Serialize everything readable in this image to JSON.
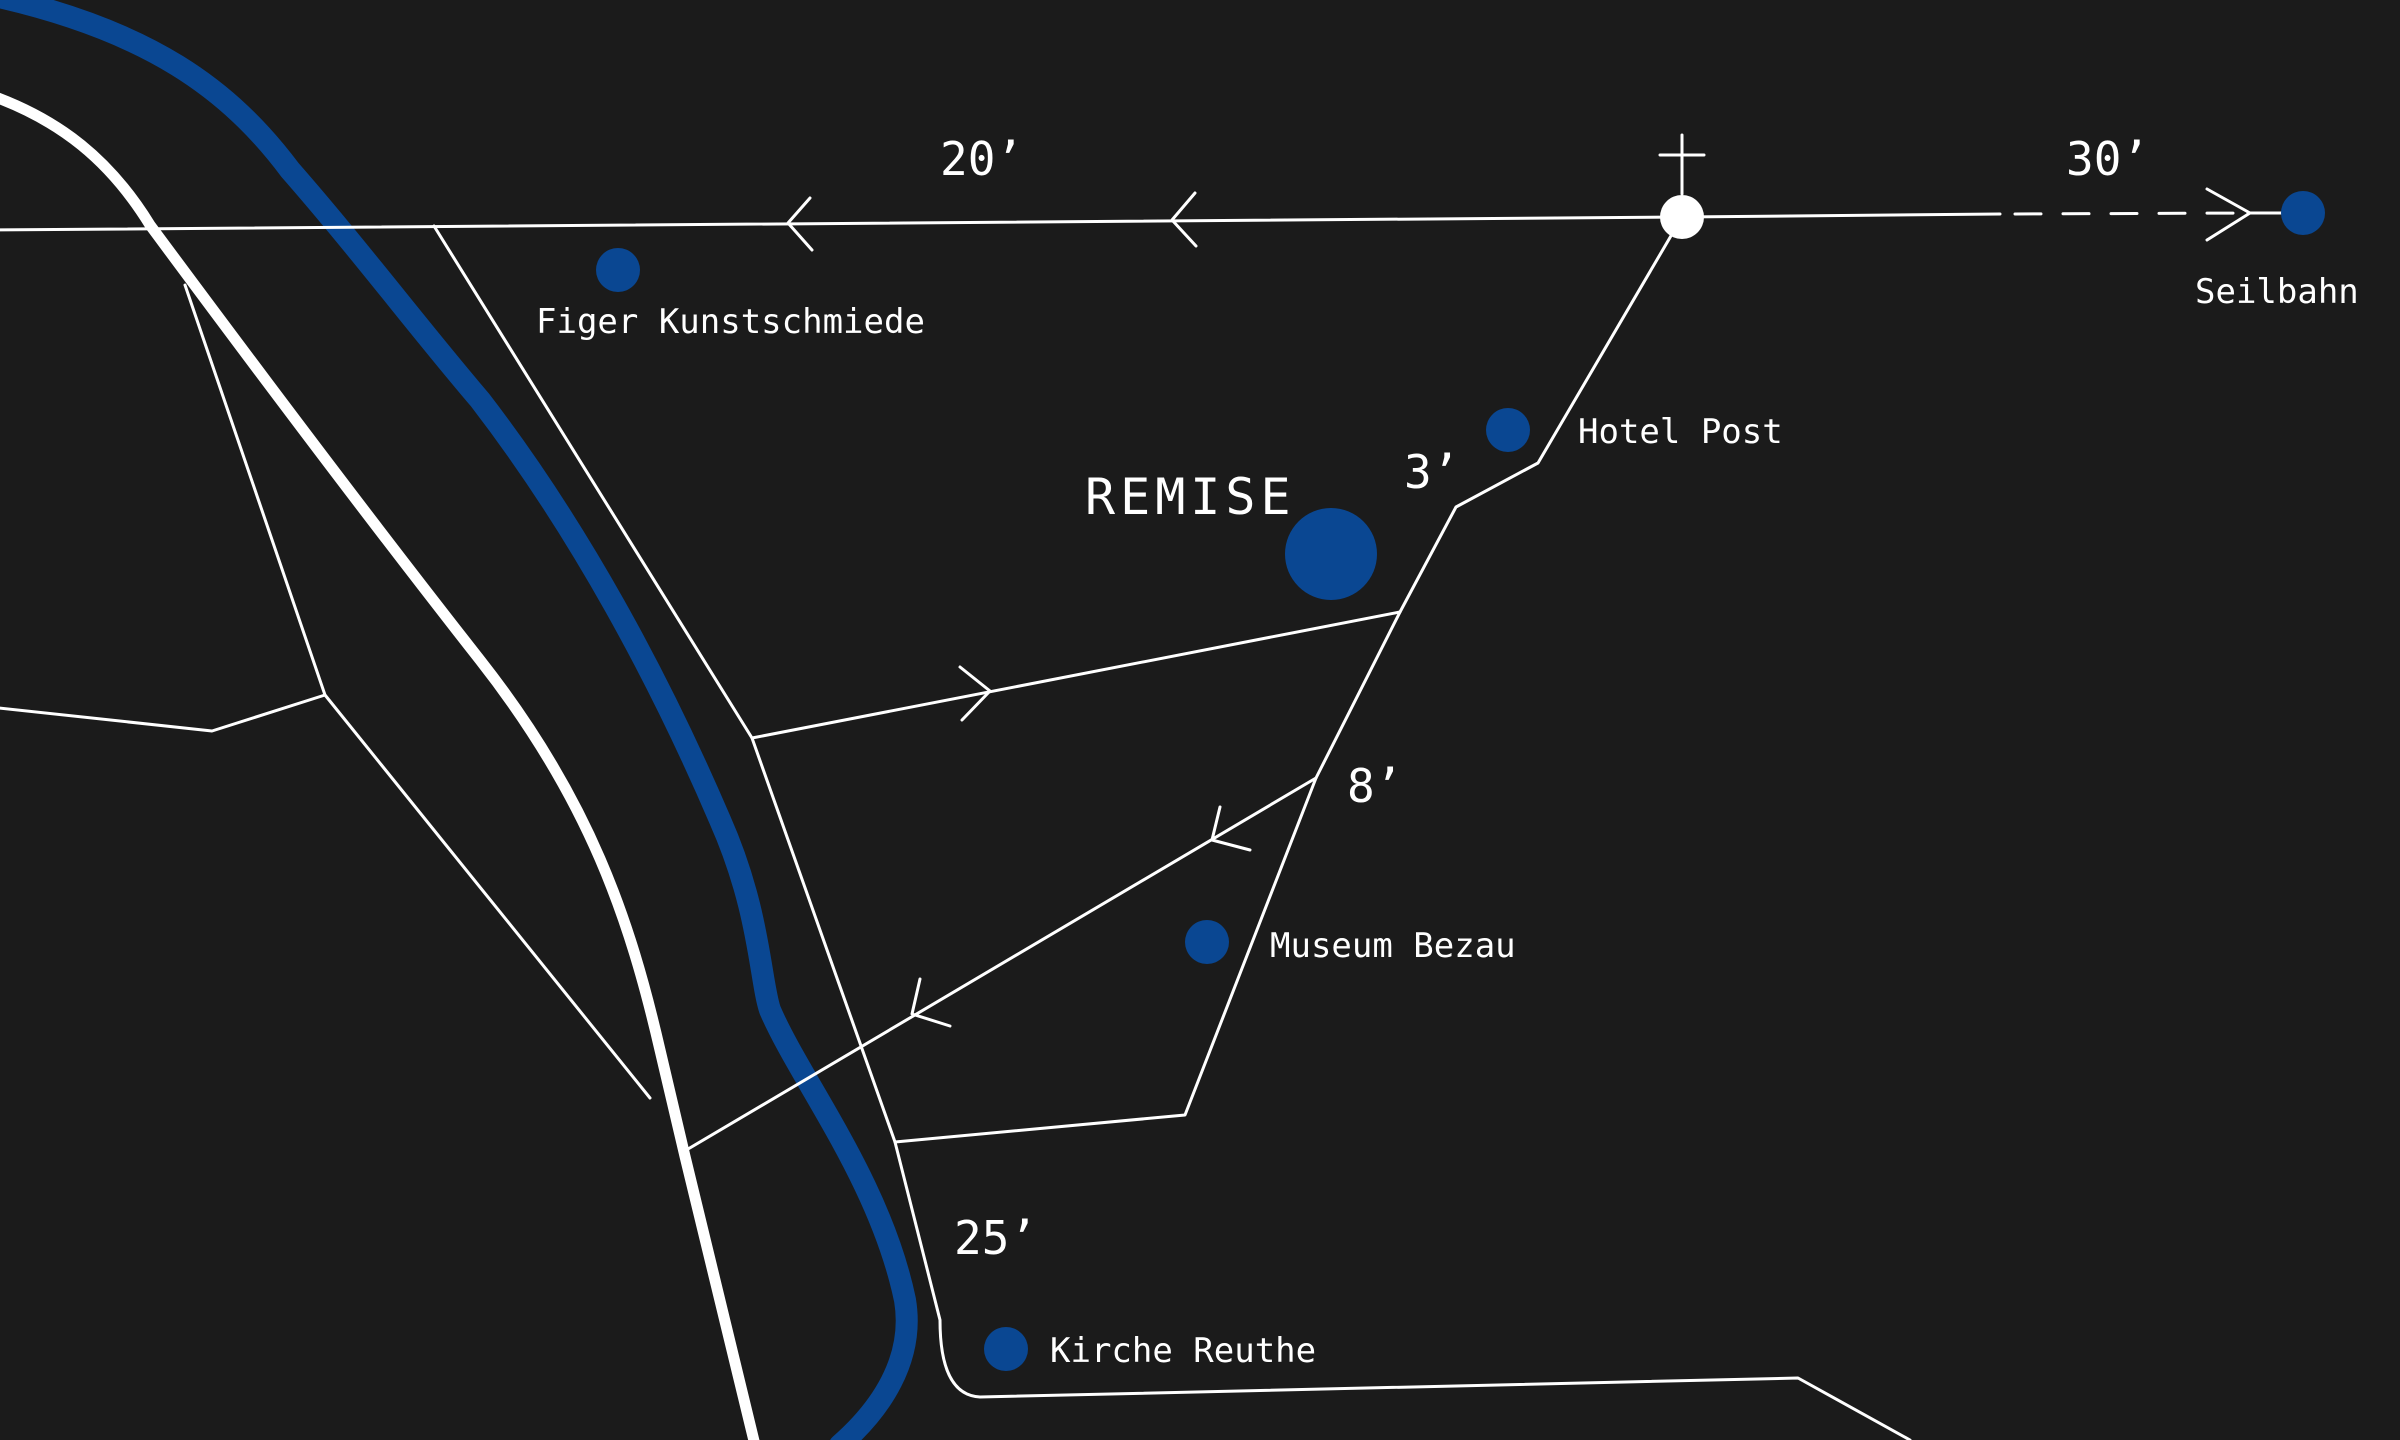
{
  "colors": {
    "background": "#1b1b1b",
    "line": "#ffffff",
    "river": "#0a4792",
    "poi": "#0a4792"
  },
  "map": {
    "main_location": {
      "label": "REMISE"
    },
    "points_of_interest": [
      {
        "id": "figer",
        "label": "Figer Kunstschmiede"
      },
      {
        "id": "hotel-post",
        "label": "Hotel Post"
      },
      {
        "id": "museum-bezau",
        "label": "Museum Bezau"
      },
      {
        "id": "kirche-reuthe",
        "label": "Kirche Reuthe"
      },
      {
        "id": "seilbahn",
        "label": "Seilbahn"
      }
    ],
    "travel_times": {
      "west": "20’",
      "seilbahn": "30’",
      "hotel_post": "3’",
      "museum": "8’",
      "kirche": "25’"
    },
    "junction_icon": "church-cross-icon",
    "river_icon": "river-line",
    "road_icon": "road-line"
  }
}
